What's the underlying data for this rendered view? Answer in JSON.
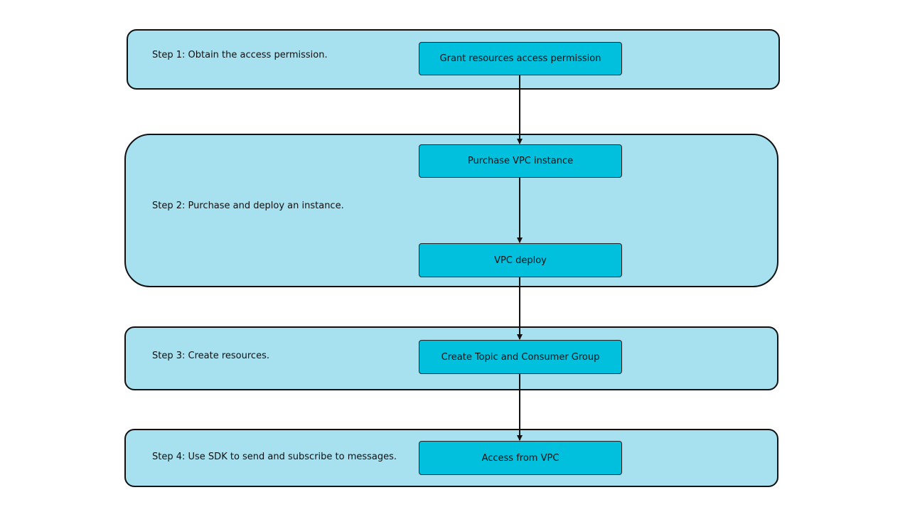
{
  "colors": {
    "panel_fill": "#a7e0ee",
    "node_fill": "#00c0de",
    "stroke": "#111111"
  },
  "steps": [
    {
      "label": "Step 1: Obtain the access permission.",
      "nodes": [
        "Grant resources access permission"
      ]
    },
    {
      "label": "Step 2: Purchase and deploy an instance.",
      "nodes": [
        "Purchase VPC instance",
        "VPC deploy"
      ]
    },
    {
      "label": "Step 3: Create resources.",
      "nodes": [
        "Create Topic and Consumer Group"
      ]
    },
    {
      "label": "Step 4: Use SDK to send and subscribe to messages.",
      "nodes": [
        "Access from VPC"
      ]
    }
  ]
}
